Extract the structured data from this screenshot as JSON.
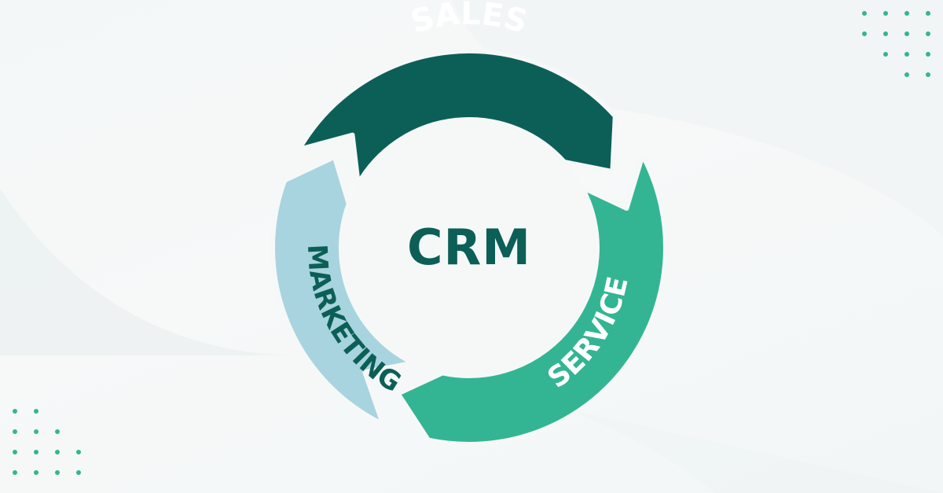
{
  "diagram": {
    "center_label": "CRM",
    "segments": [
      {
        "id": "sales",
        "label": "SALES",
        "color": "#0c5f57",
        "text_color": "#ffffff"
      },
      {
        "id": "service",
        "label": "SERVICE",
        "color": "#33b593",
        "text_color": "#ffffff"
      },
      {
        "id": "marketing",
        "label": "MARKETING",
        "color": "#a8d4df",
        "text_color": "#0c5f57"
      }
    ]
  },
  "colors": {
    "background": "#f5f8f8",
    "background_shape": "#e9f0f0",
    "dot": "#33b593",
    "center_text": "#0c5f57",
    "inner_circle": "#f6f8f8"
  },
  "decor": {
    "top_right_dots": [
      [
        1,
        1,
        1,
        1
      ],
      [
        1,
        1,
        1,
        1
      ],
      [
        0,
        1,
        1,
        1
      ],
      [
        0,
        0,
        1,
        1
      ]
    ],
    "bottom_left_dots": [
      [
        1,
        1,
        0,
        0
      ],
      [
        1,
        1,
        1,
        0
      ],
      [
        1,
        1,
        1,
        1
      ],
      [
        1,
        1,
        1,
        1
      ]
    ]
  }
}
